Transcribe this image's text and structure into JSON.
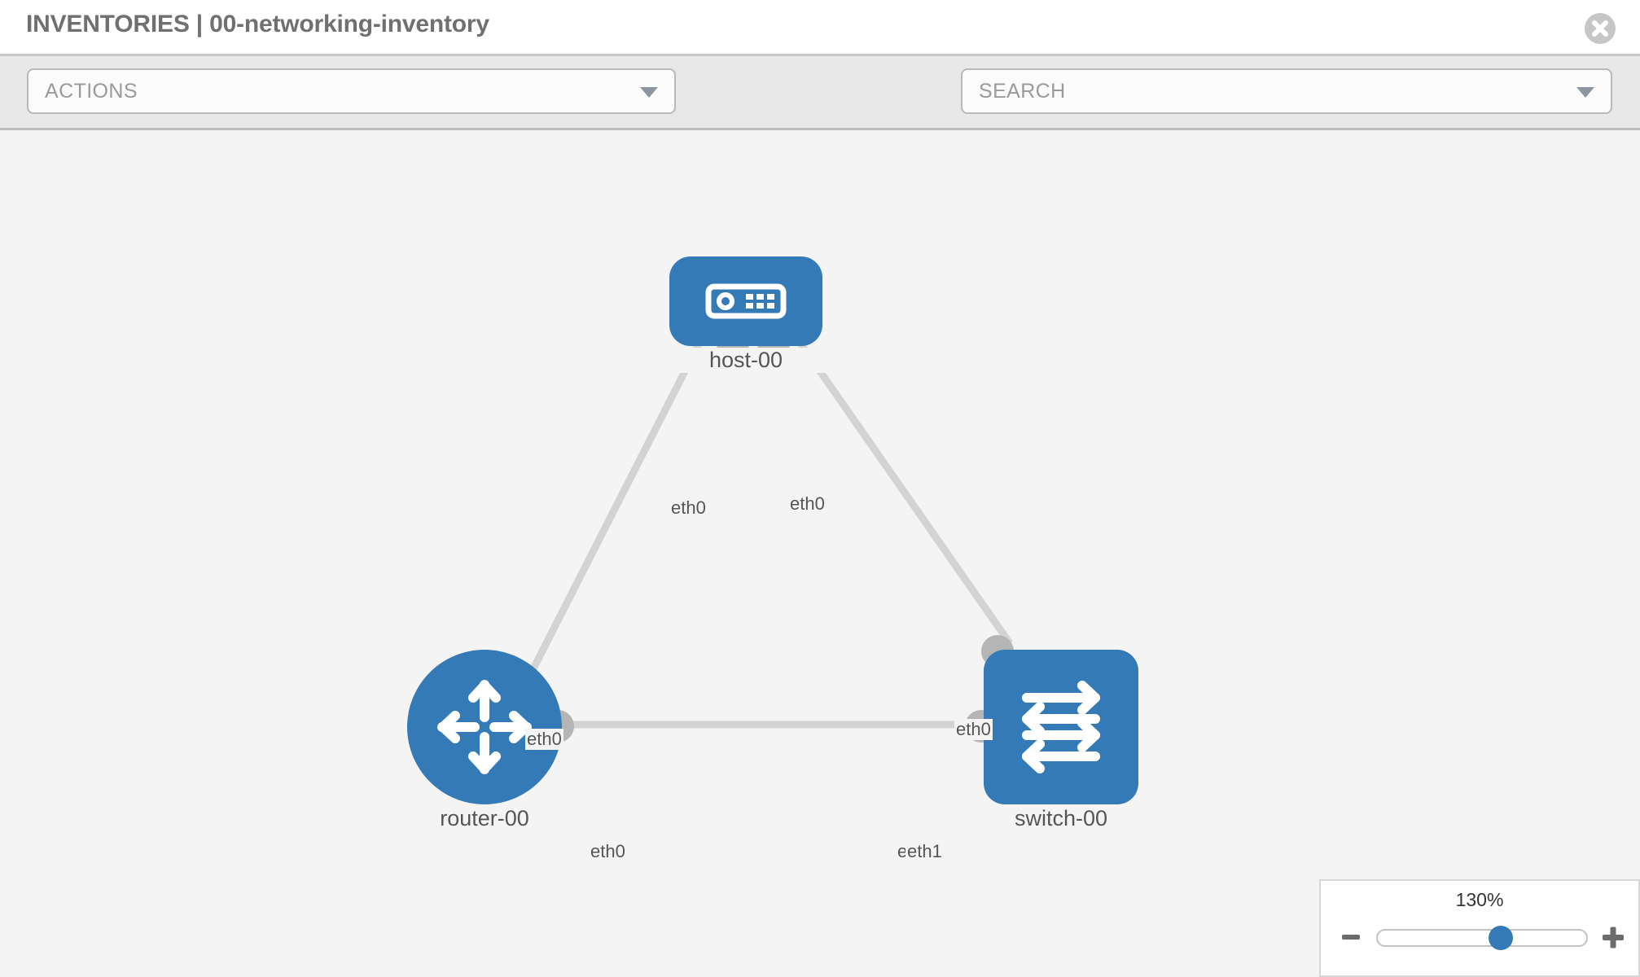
{
  "header": {
    "title": "INVENTORIES | 00-networking-inventory",
    "close_icon": "close-circle-icon"
  },
  "toolbar": {
    "actions_label": "ACTIONS",
    "search_placeholder": "SEARCH",
    "wrench_icon": "wrench-icon",
    "key_icon": "key-icon",
    "caret_icon": "chevron-down-icon"
  },
  "topology": {
    "nodes": [
      {
        "id": "host-00",
        "label": "host-00",
        "type": "host",
        "icon": "server-icon",
        "shape": "rounded-rect",
        "color": "#337ab7"
      },
      {
        "id": "router-00",
        "label": "router-00",
        "type": "router",
        "icon": "router-icon",
        "shape": "circle",
        "color": "#337ab7"
      },
      {
        "id": "switch-00",
        "label": "switch-00",
        "type": "switch",
        "icon": "switch-icon",
        "shape": "rounded-rect",
        "color": "#337ab7"
      }
    ],
    "links": [
      {
        "from": "router-00",
        "from_iface": "eth0",
        "to": "host-00",
        "to_iface": "eth0"
      },
      {
        "from": "host-00",
        "from_iface": "eth0",
        "to": "switch-00",
        "to_iface": "eth0"
      },
      {
        "from": "router-00",
        "from_iface": "eth0",
        "to": "switch-00",
        "to_iface": "eth1"
      }
    ],
    "interface_labels": {
      "host_left": "eth0",
      "host_right": "eth0",
      "router_up": "eth0",
      "switch_up": "eth0",
      "router_right": "eth0",
      "switch_left_hidden": "eth",
      "switch_left": "eth1"
    }
  },
  "zoom_control": {
    "value": "130%",
    "minus_label": "−",
    "plus_label": "+",
    "slider_position_pct": 60
  }
}
